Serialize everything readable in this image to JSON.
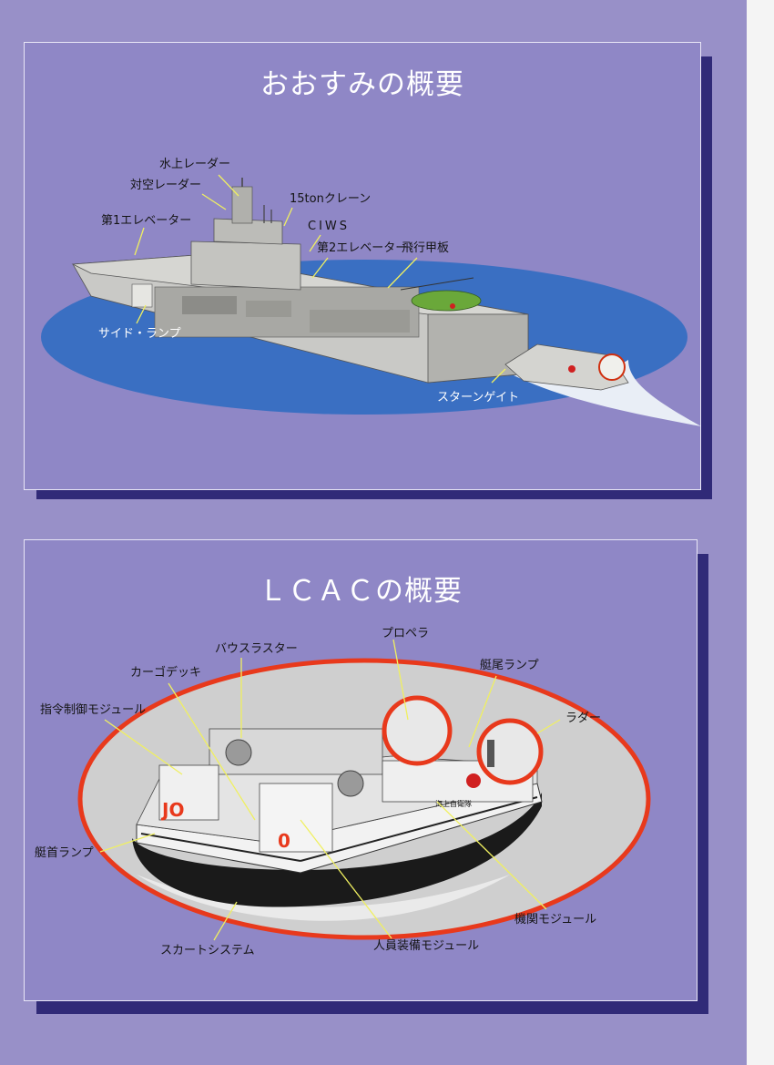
{
  "panels": {
    "osumi": {
      "title": "おおすみの概要",
      "labels": {
        "surface_radar": "水上レーダー",
        "air_radar": "対空レーダー",
        "crane": "15tonクレーン",
        "elevator1": "第1エレベーター",
        "ciws": "CIWS",
        "elevator2": "第2エレベーター",
        "flight_deck": "飛行甲板",
        "side_ramp": "サイド・ランプ",
        "stern_gate": "スターンゲイト"
      }
    },
    "lcac": {
      "title": "ＬＣＡＣの概要",
      "labels": {
        "propeller": "プロペラ",
        "deckhouse_thruster": "バウスラスター",
        "stern_ramp": "艇尾ランプ",
        "cargo_deck": "カーゴデッキ",
        "rudder": "ラダー",
        "command_module": "指令制御モジュール",
        "bow_ramp": "艇首ランプ",
        "engine_module": "機関モジュール",
        "skirt_system": "スカートシステム",
        "crew_module": "人員装備モジュール"
      },
      "hull_markings": {
        "bow_number": "JO",
        "side_number": "0",
        "ship_name": "海上自衛隊"
      }
    }
  },
  "colors": {
    "page": "#9890c8",
    "panel": "#8f87c6",
    "shadow": "#302a78",
    "sea": "#3a6fc2",
    "ship_hull": "#b8b8b8",
    "helicopter": "#6aa83a",
    "lcac_oval": "#cfcfcf",
    "lcac_border": "#e8391c",
    "arrow": "#f0f060"
  }
}
